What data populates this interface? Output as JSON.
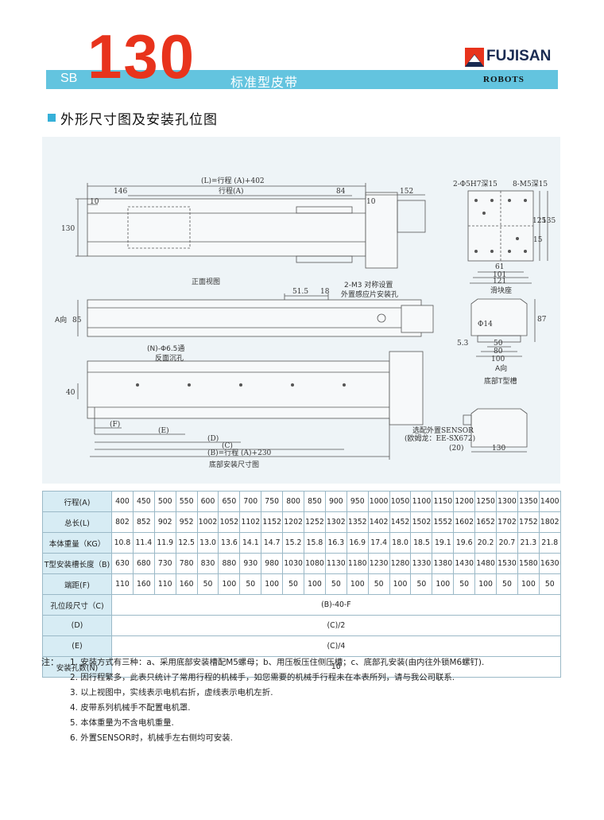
{
  "header": {
    "series": "SB",
    "model": "130",
    "subtitle": "标准型皮带",
    "brand": "FUJISAN",
    "robots": "ROBOTS"
  },
  "section": {
    "title": "外形尺寸图及安装孔位图"
  },
  "drawing": {
    "dim_total": "(L)=行程 (A)+402",
    "dim_stroke": "行程(A)",
    "dim_146": "146",
    "dim_84": "84",
    "dim_152": "152",
    "dim_10a": "10",
    "dim_10b": "10",
    "dim_130": "130",
    "front_caption": "正面视图",
    "dim_515": "51.5",
    "dim_18": "18",
    "m3_note_1": "2-M3 对称设置",
    "m3_note_2": "外置感应片安装孔",
    "dir_a": "A向",
    "dim_85": "85",
    "hole_note_1": "(N)-Φ6.5通",
    "hole_note_2": "反面沉孔",
    "dim_40": "40",
    "dim_f": "(F)",
    "dim_e": "(E)",
    "dim_d": "(D)",
    "dim_c": "(C)",
    "dim_b": "(B)=行程 (A)+230",
    "bottom_caption": "底部安装尺寸图",
    "slider_hole_1": "2-Φ5H7深15",
    "slider_hole_2": "8-M5深15",
    "dim_61": "61",
    "dim_101": "101",
    "dim_121": "121",
    "dim_125": "125",
    "dim_135": "135",
    "dim_15": "15",
    "slider_caption": "滑块座",
    "dim_14": "Φ14",
    "dim_53": "5.3",
    "dim_50": "50",
    "dim_80": "80",
    "dim_100": "100",
    "dim_87": "87",
    "dir_a2": "A向",
    "tslot_caption": "底部T型槽",
    "sensor_1": "选配外置SENSOR",
    "sensor_2": "(欧姆龙：EE-SX672)",
    "dim_20": "(20)",
    "dim_130b": "130"
  },
  "table": {
    "rows": [
      {
        "label": "行程(A)",
        "cells": [
          "400",
          "450",
          "500",
          "550",
          "600",
          "650",
          "700",
          "750",
          "800",
          "850",
          "900",
          "950",
          "1000",
          "1050",
          "1100",
          "1150",
          "1200",
          "1250",
          "1300",
          "1350",
          "1400"
        ]
      },
      {
        "label": "总长(L)",
        "cells": [
          "802",
          "852",
          "902",
          "952",
          "1002",
          "1052",
          "1102",
          "1152",
          "1202",
          "1252",
          "1302",
          "1352",
          "1402",
          "1452",
          "1502",
          "1552",
          "1602",
          "1652",
          "1702",
          "1752",
          "1802"
        ]
      },
      {
        "label": "本体重量（KG）",
        "cells": [
          "10.8",
          "11.4",
          "11.9",
          "12.5",
          "13.0",
          "13.6",
          "14.1",
          "14.7",
          "15.2",
          "15.8",
          "16.3",
          "16.9",
          "17.4",
          "18.0",
          "18.5",
          "19.1",
          "19.6",
          "20.2",
          "20.7",
          "21.3",
          "21.8"
        ]
      },
      {
        "label": "T型安装槽长度（B)",
        "cells": [
          "630",
          "680",
          "730",
          "780",
          "830",
          "880",
          "930",
          "980",
          "1030",
          "1080",
          "1130",
          "1180",
          "1230",
          "1280",
          "1330",
          "1380",
          "1430",
          "1480",
          "1530",
          "1580",
          "1630"
        ]
      },
      {
        "label": "端距(F)",
        "cells": [
          "110",
          "160",
          "110",
          "160",
          "50",
          "100",
          "50",
          "100",
          "50",
          "100",
          "50",
          "100",
          "50",
          "100",
          "50",
          "100",
          "50",
          "100",
          "50",
          "100",
          "50"
        ]
      }
    ],
    "merged": [
      {
        "label": "孔位段尺寸（C)",
        "value": "(B)-40-F"
      },
      {
        "label": "(D)",
        "value": "(C)/2"
      },
      {
        "label": "(E)",
        "value": "(C)/4"
      },
      {
        "label": "安装孔数(N)",
        "value": "10"
      }
    ]
  },
  "notes": {
    "label": "注：",
    "items": [
      "1. 安装方式有三种：a、采用底部安装槽配M5螺母；b、用压板压住侧压槽；c、底部孔安装(由内往外锁M6螺钉).",
      "2. 因行程繁多，此表只统计了常用行程的机械手，如您需要的机械手行程未在本表所列，请与我公司联系.",
      "3. 以上视图中，实线表示电机右折，虚线表示电机左折.",
      "4. 皮带系列机械手不配置电机罩.",
      "5. 本体重量为不含电机重量.",
      "6. 外置SENSOR时，机械手左右侧均可安装."
    ]
  },
  "colors": {
    "accent_red": "#e8331c",
    "header_blue": "#63c4df",
    "panel_bg": "#eef4f7"
  }
}
